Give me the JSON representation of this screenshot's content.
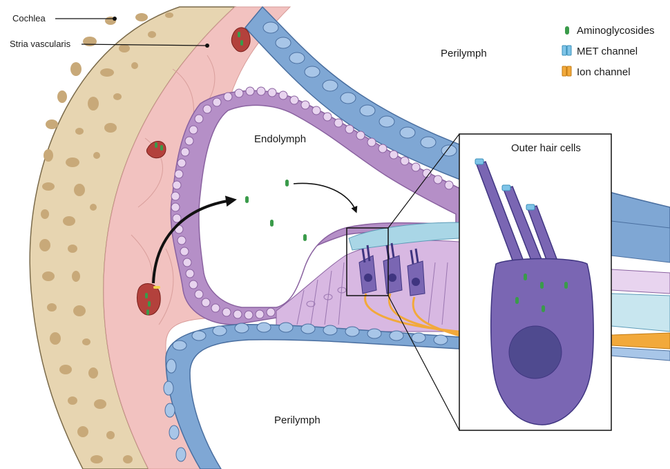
{
  "labels": {
    "cochlea": "Cochlea",
    "stria_vascularis": "Stria vascularis",
    "perilymph_top": "Perilymph",
    "endolymph": "Endolymph",
    "perilymph_bottom": "Perilymph",
    "outer_hair_cells": "Outer hair cells"
  },
  "legend": [
    {
      "label": "Aminoglycosides",
      "icon": "aminoglycoside-icon",
      "color": "#3a9b4a"
    },
    {
      "label": "MET channel",
      "icon": "met-channel-icon",
      "color": "#7fc4e8"
    },
    {
      "label": "Ion channel",
      "icon": "ion-channel-icon",
      "color": "#f2a93b"
    }
  ],
  "colors": {
    "bone": "#e7d5b1",
    "bone_spots": "#c8a979",
    "stria": "#f2c2c0",
    "epithelium": "#b58fc7",
    "endolymph": "#ffffff",
    "perilymph_wall": "#7fa7d4",
    "hair_cell": "#7a66b3",
    "nucleus": "#4f4a8f",
    "nerve": "#f2a93b",
    "tectorial": "#a9d6e6",
    "blood_vessel": "#b3413c",
    "drug": "#3a9b4a"
  }
}
